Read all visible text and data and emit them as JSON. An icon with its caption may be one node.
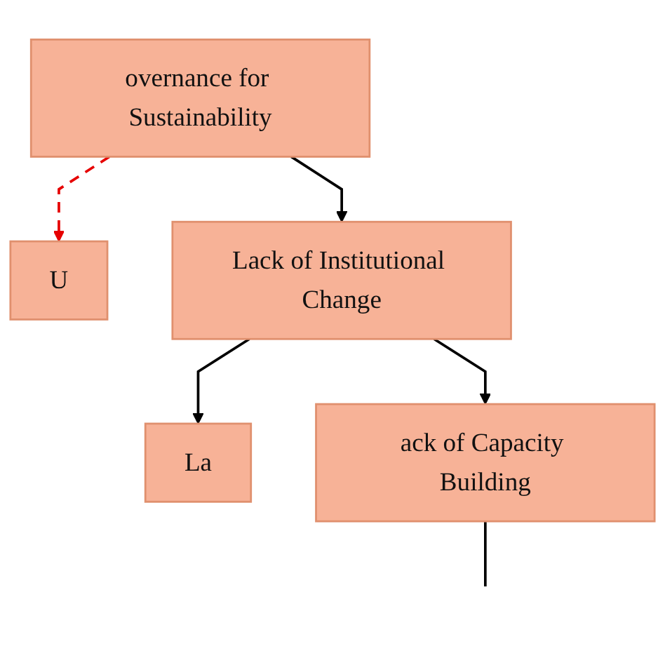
{
  "diagram": {
    "nodes": [
      {
        "text": [
          "overnance for Sustainability"
        ]
      },
      {
        "text": [
          "U"
        ]
      },
      {
        "text": [
          "Lack of Institutional Change"
        ]
      },
      {
        "text": [
          "La"
        ]
      },
      {
        "text": [
          "ack of Capacity Building"
        ]
      }
    ],
    "edges": [
      {
        "from": 0,
        "to": 1,
        "arrow": "to",
        "style": "dashed",
        "color": "#e60000"
      },
      {
        "from": 0,
        "to": 2,
        "arrow": "to"
      },
      {
        "from": 2,
        "to": 3,
        "arrow": "to"
      },
      {
        "from": 2,
        "to": 4,
        "arrow": "to"
      },
      {
        "from": 4,
        "to": null,
        "arrow": "none"
      }
    ]
  }
}
